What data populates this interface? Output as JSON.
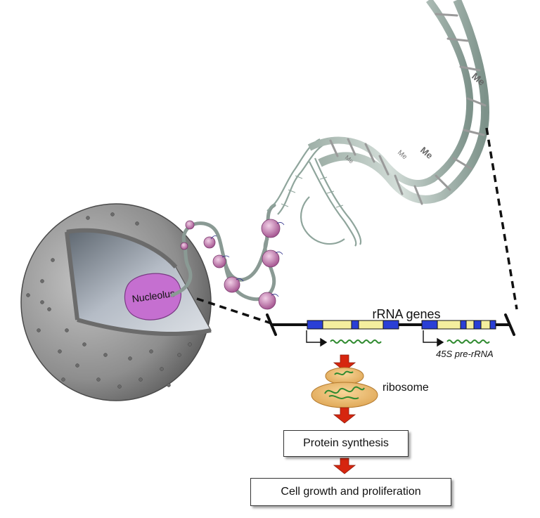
{
  "labels": {
    "nucleolus": "Nucleolus",
    "rrna_genes": "rRNA genes",
    "pre_rrna": "45S pre-rRNA",
    "ribosome": "ribosome",
    "protein_synthesis": "Protein synthesis",
    "cell_growth": "Cell growth and proliferation",
    "methyl_mark": "Me"
  },
  "colors": {
    "nucleus_shell": "#8e8e8e",
    "nucleus_interior": "#aab2bd",
    "nucleolus": "#c56fd0",
    "dna_strand": "#8fa59c",
    "nucleosome": "#b7619f",
    "gene_blue": "#2a3fd6",
    "gene_yellow": "#f4ee9e",
    "transcript": "#2f8a2f",
    "ribosome": "#e9b86a",
    "flow_arrow": "#d6260f",
    "dashed_line": "#111111"
  },
  "icons": [
    "nucleus-cutaway",
    "dna-helix",
    "nucleosome-beads",
    "ribosome-icon",
    "down-arrow-icon",
    "promoter-arrow-icon"
  ]
}
